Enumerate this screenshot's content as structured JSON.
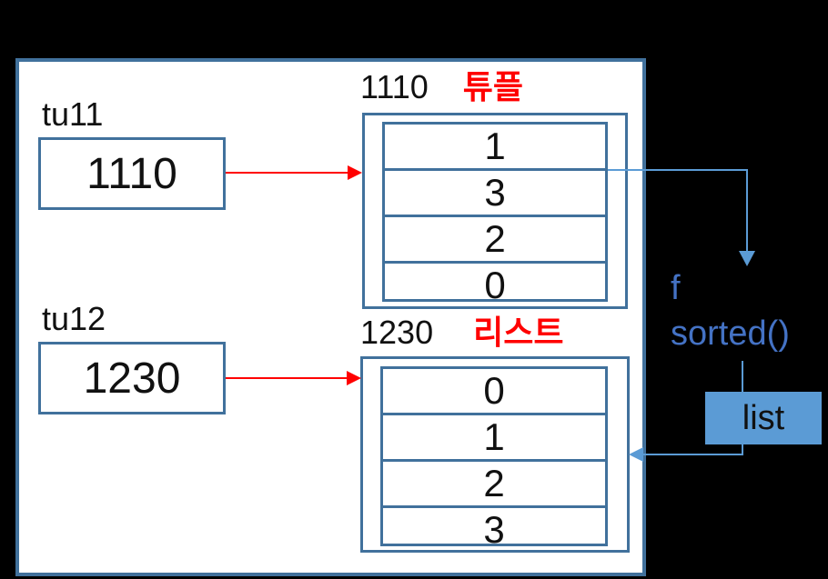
{
  "colors": {
    "background": "#000000",
    "panel_background": "#FFFFFF",
    "box_border": "#41719C",
    "pointer_arrow_red": "#FF0000",
    "flow_arrow_blue": "#5B9BD5",
    "function_text_blue": "#4472C4",
    "type_label_red": "#FF0000",
    "result_badge_fill": "#5B9BD5"
  },
  "variables": [
    {
      "name": "tu11",
      "value": "1110"
    },
    {
      "name": "tu12",
      "value": "1230"
    }
  ],
  "tuple_object": {
    "address": "1110",
    "type_label": "튜플",
    "values": [
      "1",
      "3",
      "2",
      "0"
    ]
  },
  "list_object": {
    "address": "1230",
    "type_label": "리스트",
    "values": [
      "0",
      "1",
      "2",
      "3"
    ]
  },
  "function_call": {
    "prefix": "f",
    "name": "sorted()",
    "result_label": "list"
  }
}
